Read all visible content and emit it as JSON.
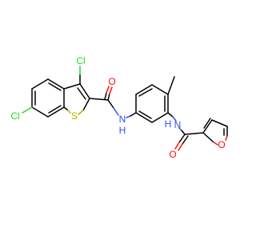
{
  "molecule": {
    "atoms": {
      "cl1": {
        "label": "Cl"
      },
      "cl2": {
        "label": "Cl"
      },
      "s1": {
        "label": "S"
      },
      "o1": {
        "label": "O"
      },
      "n1": {
        "label": "N",
        "sub": "H"
      },
      "n2": {
        "label": "N",
        "sub": "H"
      },
      "o2": {
        "label": "O"
      },
      "o3": {
        "label": "O"
      }
    },
    "colors": {
      "carbon": "#000000",
      "chlorine": "#1fdf1f",
      "sulfur": "#b2b200",
      "oxygen": "#ff0d0d",
      "nitrogen": "#3050f8"
    }
  }
}
